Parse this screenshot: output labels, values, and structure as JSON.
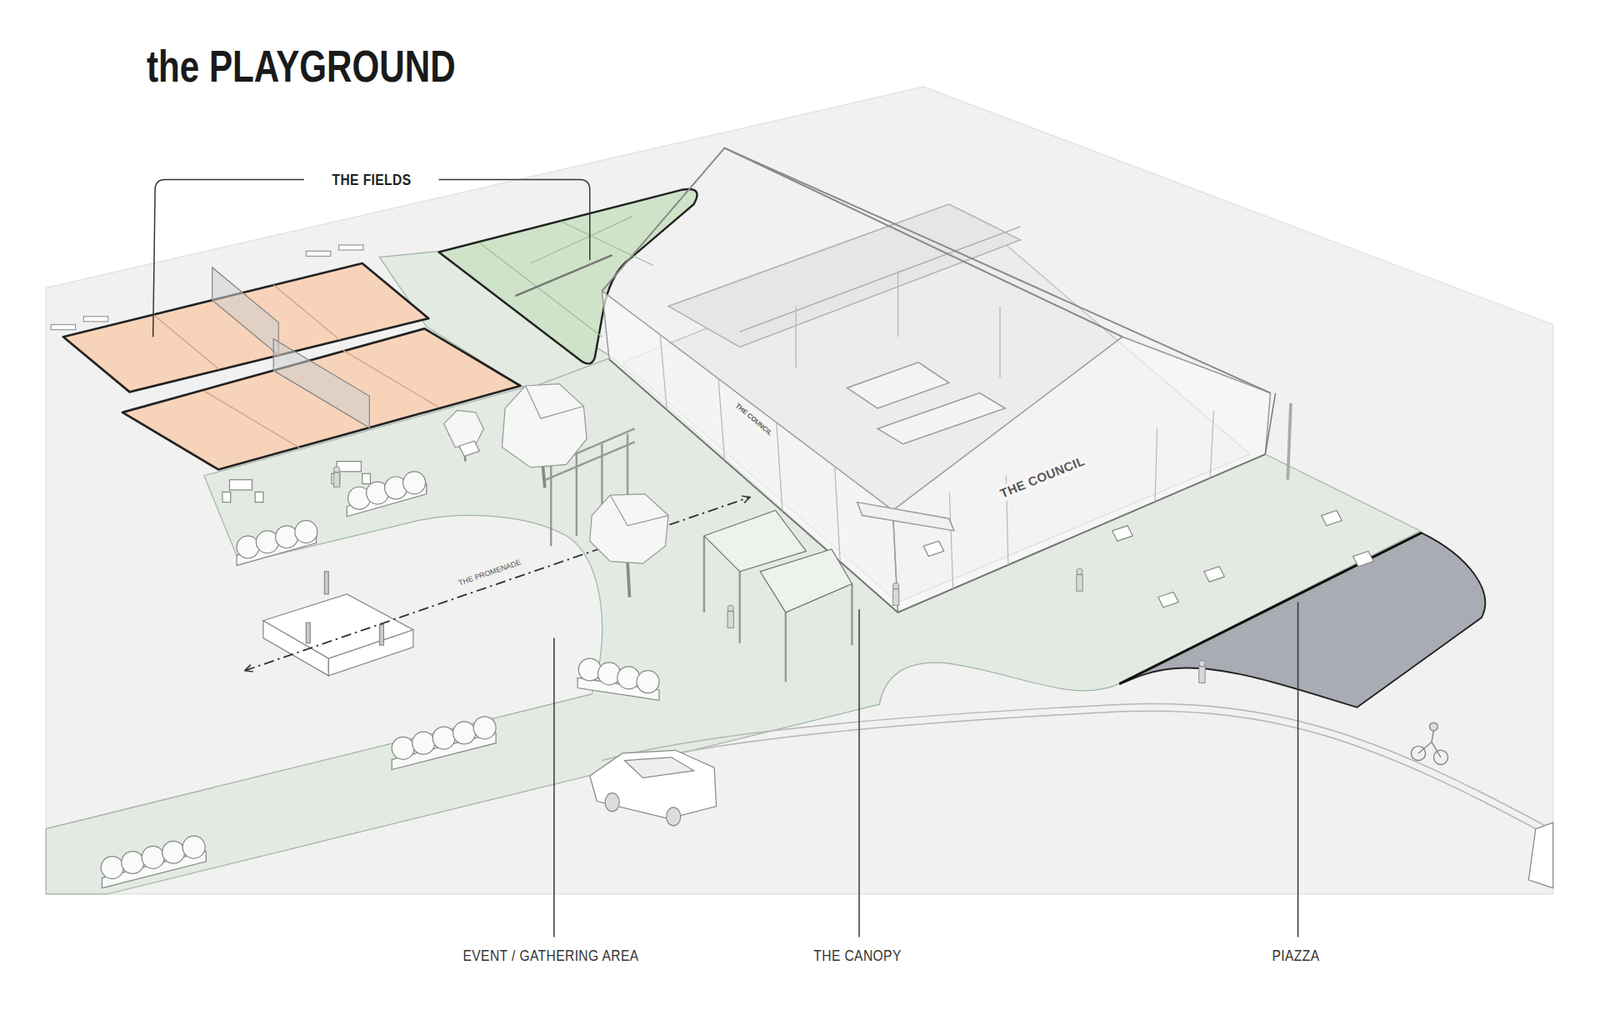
{
  "diagram": {
    "title": "the PLAYGROUND",
    "labels": [
      "THE FIELDS",
      "THE PROMENADE",
      "THE COUNCIL",
      "THE COUNCIL",
      "EVENT / GATHERING AREA",
      "THE CANOPY",
      "PIAZZA"
    ]
  }
}
